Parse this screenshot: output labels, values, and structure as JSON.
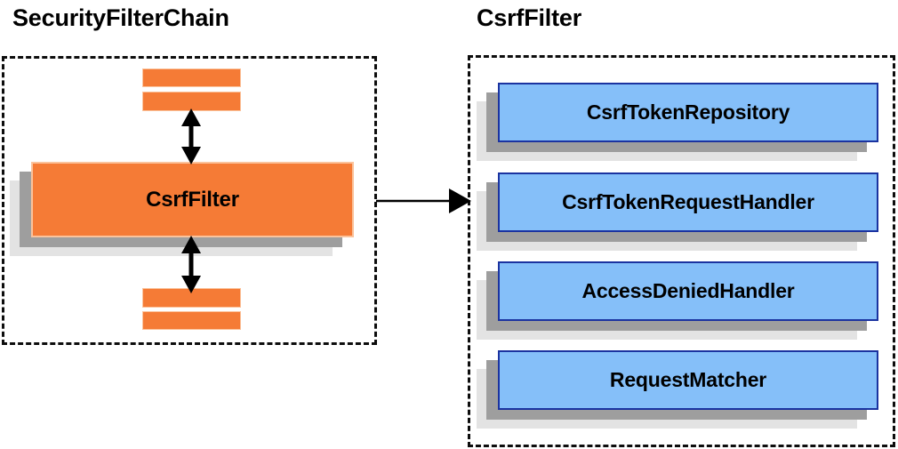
{
  "diagram": {
    "title_left": "SecurityFilterChain",
    "title_right": "CsrfFilter",
    "colors": {
      "orange_fill": "#F57B36",
      "orange_border": "#FBC39C",
      "blue_fill": "#85BFF9",
      "blue_border": "#1B33A0",
      "shadow_near": "#9E9E9E",
      "shadow_far": "#E3E3E3",
      "dashed_border": "#0D0D0D",
      "arrow": "#000000",
      "text": "#000000",
      "background": "#FFFFFF"
    }
  },
  "left_panel": {
    "title": "SecurityFilterChain",
    "main_filter": {
      "label": "CsrfFilter"
    },
    "filters_above": [
      {
        "label": ""
      },
      {
        "label": ""
      }
    ],
    "filters_below": [
      {
        "label": ""
      },
      {
        "label": ""
      }
    ]
  },
  "right_panel": {
    "title": "CsrfFilter",
    "collaborators": [
      {
        "label": "CsrfTokenRepository"
      },
      {
        "label": "CsrfTokenRequestHandler"
      },
      {
        "label": "AccessDeniedHandler"
      },
      {
        "label": "RequestMatcher"
      }
    ]
  },
  "connectors": {
    "chain_up": "double-headed-vertical-arrow",
    "chain_down": "double-headed-vertical-arrow",
    "expand": "right-arrow"
  }
}
